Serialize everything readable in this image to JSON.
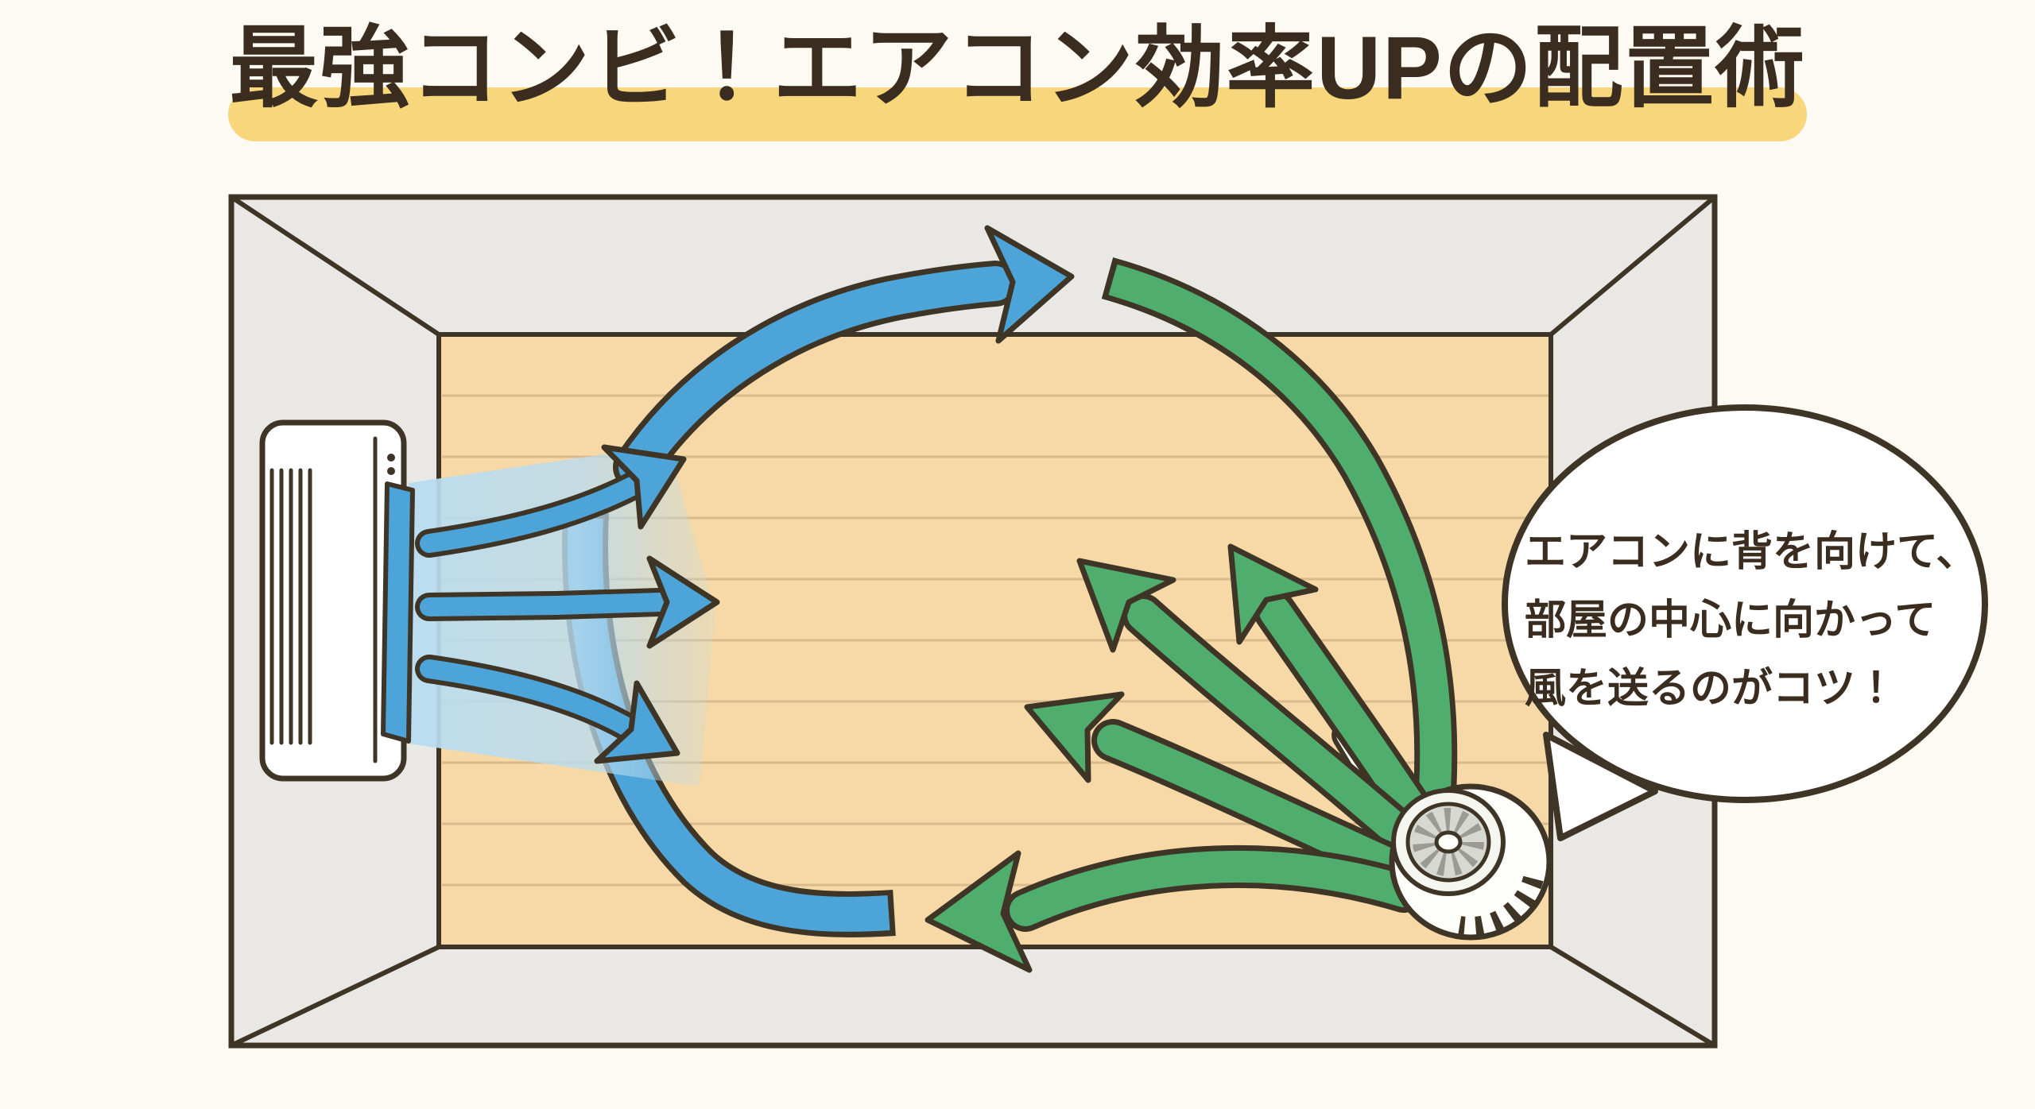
{
  "title": "最強コンビ！エアコン効率UPの配置術",
  "bubble": {
    "lines": [
      "エアコンに背を向けて、",
      "部屋の中心に向かって",
      "風を送るのがコツ！"
    ]
  },
  "diagram": {
    "icons": [
      "air-conditioner-icon",
      "circulator-fan-icon",
      "cool-air-arrow-icon",
      "circulator-air-arrow-icon",
      "speech-bubble-icon"
    ]
  },
  "colors": {
    "background": "#fcfaf3",
    "title_text": "#3a2d20",
    "highlight": "#f8d77c",
    "outline": "#3f3526",
    "wall": "#e9e8e4",
    "floor": "#f6d9a6",
    "plank_line": "#d9ba8c",
    "cool_air": "#4da4d8",
    "cool_air_light": "#b9dcf0",
    "circulator_air": "#4fae6e",
    "fan_body": "#fdfdfa",
    "fan_blades": "#d8d8d3",
    "fan_knob": "#2e8b87",
    "bubble_fill": "#ffffff"
  }
}
